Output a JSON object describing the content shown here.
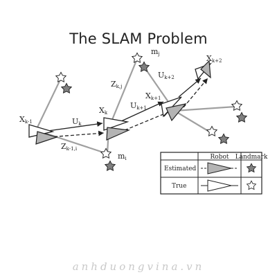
{
  "title": "The SLAM Problem",
  "watermark": "anhduongvina.vn",
  "labels": {
    "x_km1": "X",
    "x_km1_sub": "k-1",
    "x_k": "X",
    "x_k_sub": "k",
    "x_kp1": "X",
    "x_kp1_sub": "k+1",
    "x_kp2": "X",
    "x_kp2_sub": "k+2",
    "u_k": "U",
    "u_k_sub": "k",
    "u_kp1": "U",
    "u_kp1_sub": "k+1",
    "u_kp2": "U",
    "u_kp2_sub": "k+2",
    "z_kj": "Z",
    "z_kj_sub": "k,j",
    "z_km1i": "Z",
    "z_km1i_sub": "k-1,i",
    "m_i": "m",
    "m_i_sub": "i",
    "m_j": "m",
    "m_j_sub": "j"
  },
  "legend": {
    "col_robot": "Robot",
    "col_landmark": "Landmark",
    "row_estimated": "Estimated",
    "row_true": "True"
  },
  "colors": {
    "robot_fill_estimated": "#b4b4b4",
    "landmark_fill_estimated": "#808080",
    "line_gray": "#a0a0a0",
    "ink": "#222222"
  }
}
